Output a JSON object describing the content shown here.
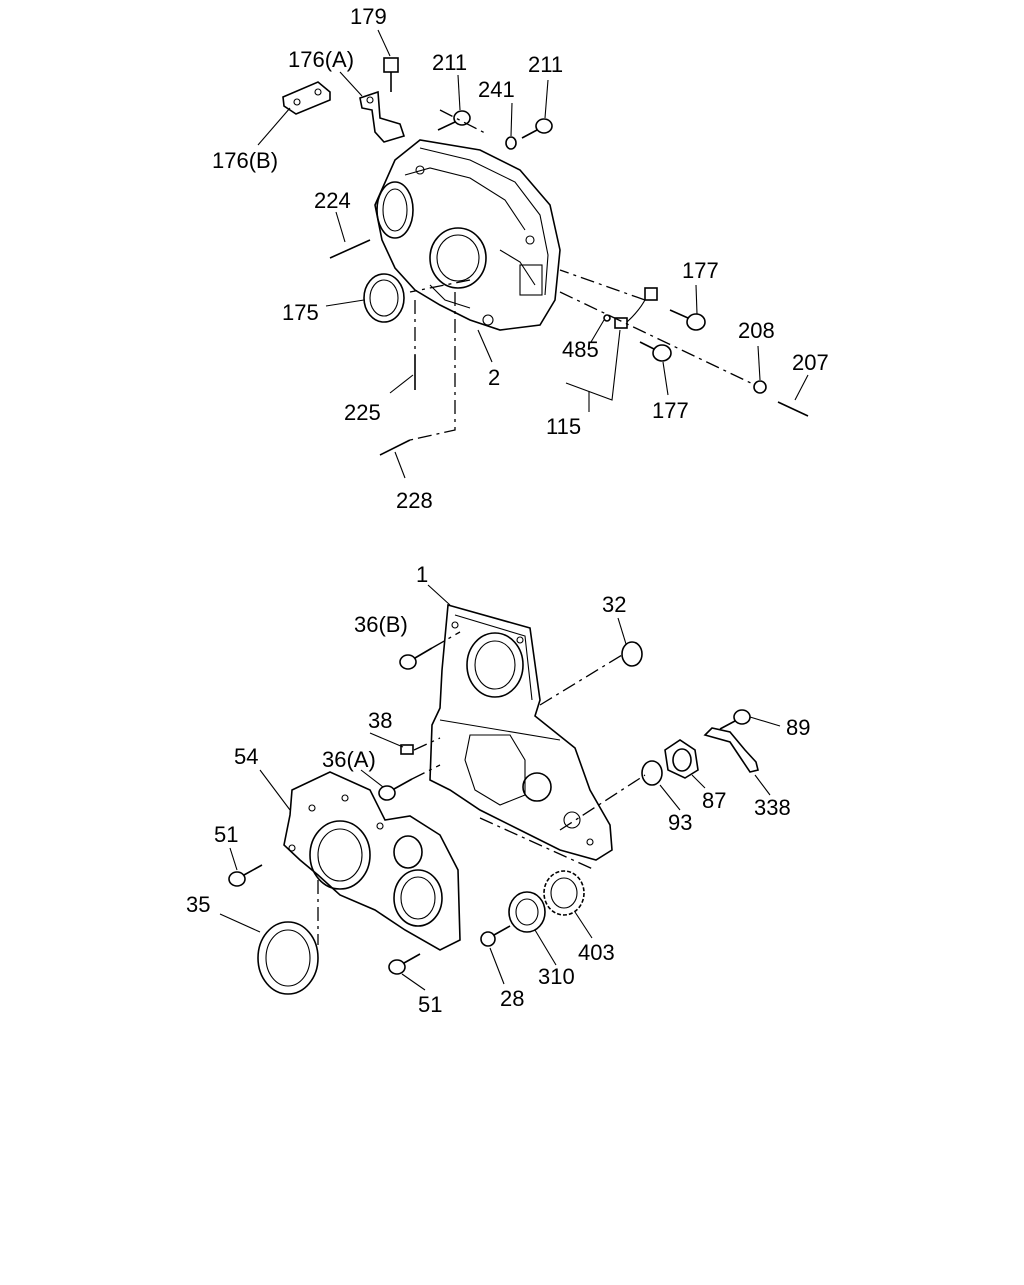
{
  "callouts": {
    "c179": "179",
    "c176a": "176(A)",
    "c176b": "176(B)",
    "c211a": "211",
    "c211b": "211",
    "c241": "241",
    "c224": "224",
    "c175": "175",
    "c225": "225",
    "c2": "2",
    "c228": "228",
    "c177a": "177",
    "c177b": "177",
    "c485": "485",
    "c115": "115",
    "c208": "208",
    "c207": "207",
    "c1": "1",
    "c32": "32",
    "c36b": "36(B)",
    "c38": "38",
    "c36a": "36(A)",
    "c54": "54",
    "c51a": "51",
    "c51b": "51",
    "c35": "35",
    "c89": "89",
    "c87": "87",
    "c93": "93",
    "c338": "338",
    "c403": "403",
    "c310": "310",
    "c28": "28"
  }
}
